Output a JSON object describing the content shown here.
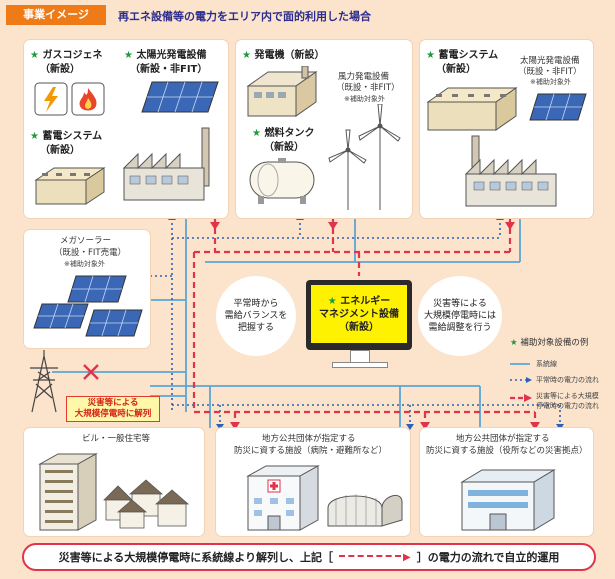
{
  "header": {
    "tag": "事業イメージ",
    "headline": "再エネ設備等の電力をエリア内で面的利用した場合"
  },
  "panel_1": {
    "gas_cogen": [
      "ガスコジェネ",
      "（新設）"
    ],
    "solar": [
      "太陽光発電設備",
      "（新設・非FIT）"
    ],
    "storage": [
      "蓄電システム",
      "（新設）"
    ]
  },
  "panel_2": {
    "generator": "発電機（新設）",
    "wind": [
      "風力発電設備",
      "（既設・非FIT）",
      "※補助対象外"
    ],
    "fuel_tank": [
      "燃料タンク",
      "（新設）"
    ]
  },
  "panel_3": {
    "storage": [
      "蓄電システム",
      "（新設）"
    ],
    "solar": [
      "太陽光発電設備",
      "（既設・非FIT）",
      "※補助対象外"
    ]
  },
  "mega_solar": [
    "メガソーラー",
    "（既設・FIT売電）",
    "※補助対象外"
  ],
  "ems": {
    "lines": [
      "エネルギー",
      "マネジメント設備",
      "（新設）"
    ],
    "normal_note": [
      "平常時から",
      "需給バランスを",
      "把握する"
    ],
    "disaster_note": [
      "災害等による",
      "大規模停電時には",
      "需給調整を行う"
    ]
  },
  "disaster_label": [
    "災害等による",
    "大規模停電時に解列"
  ],
  "legend": {
    "subsidy": "補助対象設備の例",
    "grid": "系統線",
    "normal_flow": "平常時の電力の流れ",
    "disaster_flow": [
      "災害等による大規模",
      "停電時の電力の流れ"
    ]
  },
  "consumers": {
    "building": "ビル・一般住宅等",
    "facility_1": [
      "地方公共団体が指定する",
      "防災に資する施設（病院・避難所など）"
    ],
    "facility_2": [
      "地方公共団体が指定する",
      "防災に資する施設（役所などの災害拠点）"
    ]
  },
  "bottom": {
    "before": "災害等による大規模停電時に系統線より解列し、上記［",
    "after": "］の電力の流れで自立的運用"
  },
  "colors": {
    "background": "#fbe3cc",
    "accent_orange": "#ee7a18",
    "headline_blue": "#2c2c8f",
    "subsidy_star": "#1f9a3f",
    "grid_line": "#5aa6d6",
    "normal_flow": "#2a62b8",
    "disaster_flow": "#e0334c",
    "ems_screen": "#fff200"
  },
  "icons": [
    "star-icon",
    "lightning-icon",
    "flame-icon",
    "solar-panel-icon",
    "battery-storage-icon",
    "factory-icon",
    "generator-building-icon",
    "wind-turbine-icon",
    "fuel-tank-icon",
    "transmission-tower-icon",
    "cross-mark-icon",
    "monitor-icon",
    "apartment-icon",
    "house-icon",
    "hospital-icon",
    "gymnasium-icon",
    "office-building-icon",
    "arrow-icon"
  ]
}
